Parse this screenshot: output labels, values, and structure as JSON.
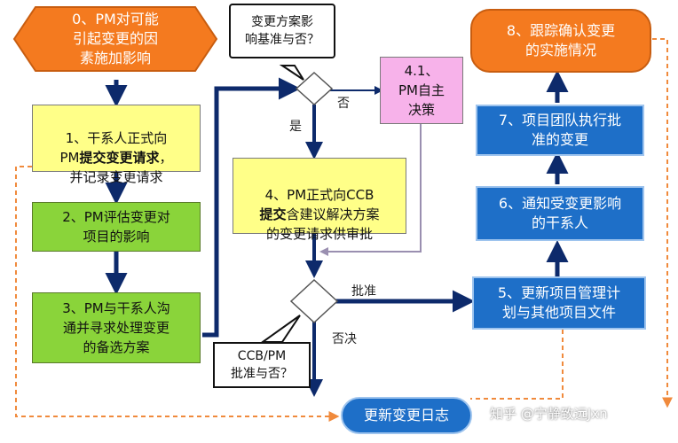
{
  "nodes": {
    "n0": "0、PM对可能\n引起变更的因\n素施加影响",
    "n1_pre": "1、干系人正式向\nPM",
    "n1_bold": "提交变更请求",
    "n1_post": "，\n并记录变更请求",
    "n2": "2、PM评估变更对\n项目的影响",
    "n3": "3、PM与干系人沟\n通并寻求处理变更\n的备选方案",
    "n4_pre": "4、PM正式向CCB\n",
    "n4_bold": "提交",
    "n4_post": "含建议解决方案\n的变更请求供审批",
    "n41": "4.1、\nPM自主\n决策",
    "n5": "5、更新项目管理计\n划与其他项目文件",
    "n6": "6、通知受变更影响\n的干系人",
    "n7": "7、项目团队执行批\n准的变更",
    "n8": "8、跟踪确认变更\n的实施情况",
    "log": "更新变更日志"
  },
  "callouts": {
    "c1": "变更方案影\n响基准与否？",
    "c2": "CCB/PM\n批准与否？"
  },
  "edge_labels": {
    "no1": "否",
    "yes1": "是",
    "approve": "批准",
    "reject": "否决"
  },
  "watermark": "知乎 @宁静致远Jxn",
  "colors": {
    "arrow": "#0d2a6b",
    "dashed": "#f08a3c",
    "pink_line": "#9a8fb0"
  }
}
